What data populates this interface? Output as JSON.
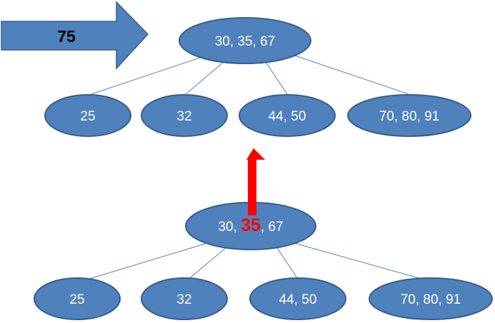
{
  "colors": {
    "node_fill": "#4F81BD",
    "node_stroke": "#385D8A",
    "edge": "#4F81BD",
    "highlight": "#FF0000",
    "arrow_fill": "#4F81BD"
  },
  "insert_arrow": {
    "label": "75"
  },
  "top_tree": {
    "root": {
      "label": "30, 35, 67"
    },
    "children": [
      {
        "label": "25"
      },
      {
        "label": "32"
      },
      {
        "label": "44, 50"
      },
      {
        "label": "70, 80, 91"
      }
    ]
  },
  "bottom_tree": {
    "root": {
      "part_before": "30, ",
      "highlight": "35",
      "part_after": ", 67"
    },
    "children": [
      {
        "label": "25"
      },
      {
        "label": "32"
      },
      {
        "label": "44, 50"
      },
      {
        "label": "70, 80, 91"
      }
    ]
  },
  "promote_arrow": {
    "icon": "up-arrow-icon",
    "color": "#FF0000"
  }
}
